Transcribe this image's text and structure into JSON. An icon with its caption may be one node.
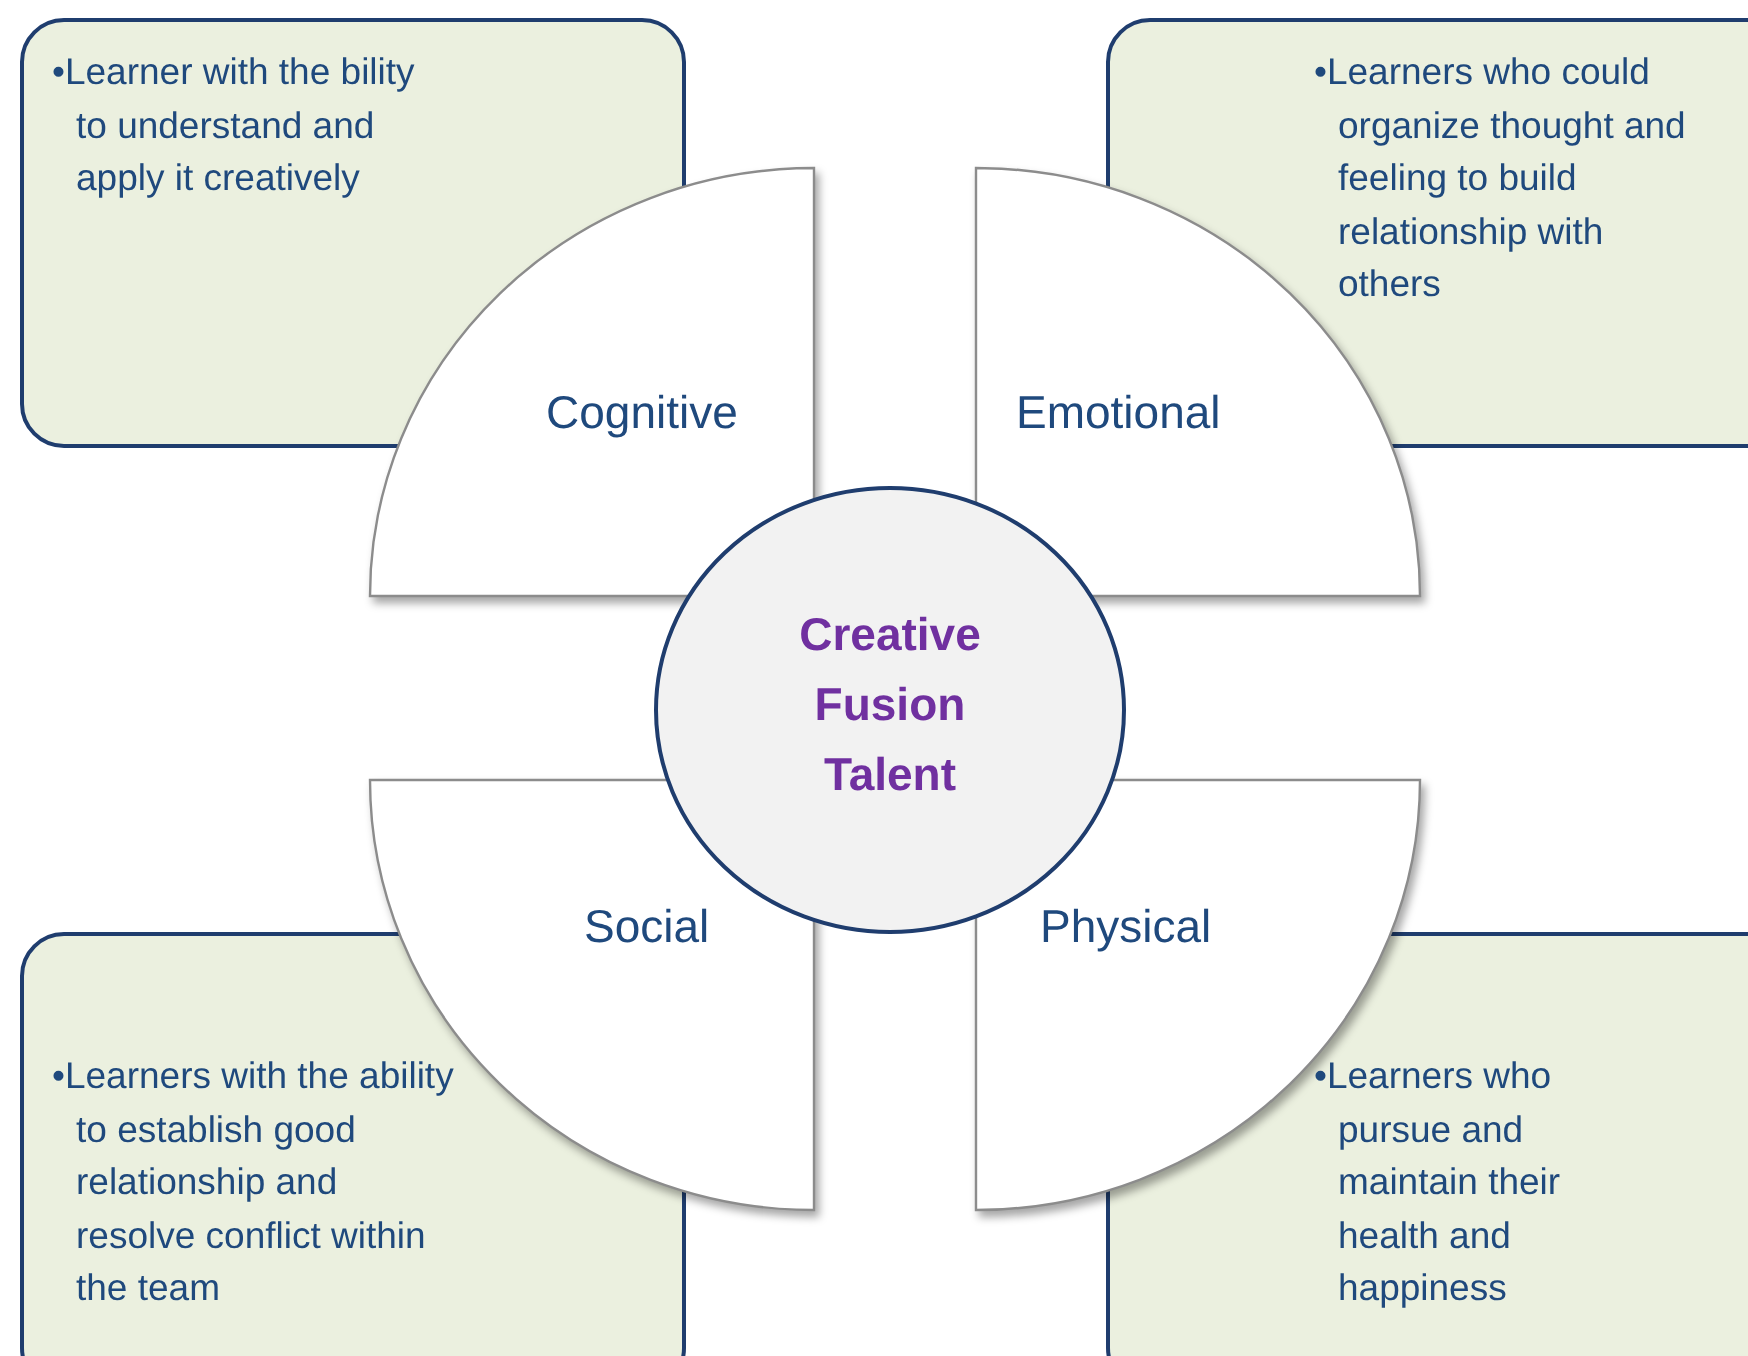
{
  "diagram": {
    "nodes": [
      {
        "text": [
          "•Learner with the bility to understand and apply it creatively"
        ]
      },
      {
        "text": [
          "•Learners who could organize thought and feeling to build relationship with others"
        ]
      },
      {
        "text": [
          "Cognitive"
        ]
      },
      {
        "text": [
          "Emotional"
        ]
      },
      {
        "text": [
          "Creative Fusion Talent"
        ]
      },
      {
        "text": [
          "Social"
        ]
      },
      {
        "text": [
          "Physical"
        ]
      },
      {
        "text": [
          "•Learners with the ability to establish good relationship and resolve conflict within the team"
        ]
      },
      {
        "text": [
          "•Learners who pursue and maintain their health and happiness"
        ]
      }
    ]
  }
}
